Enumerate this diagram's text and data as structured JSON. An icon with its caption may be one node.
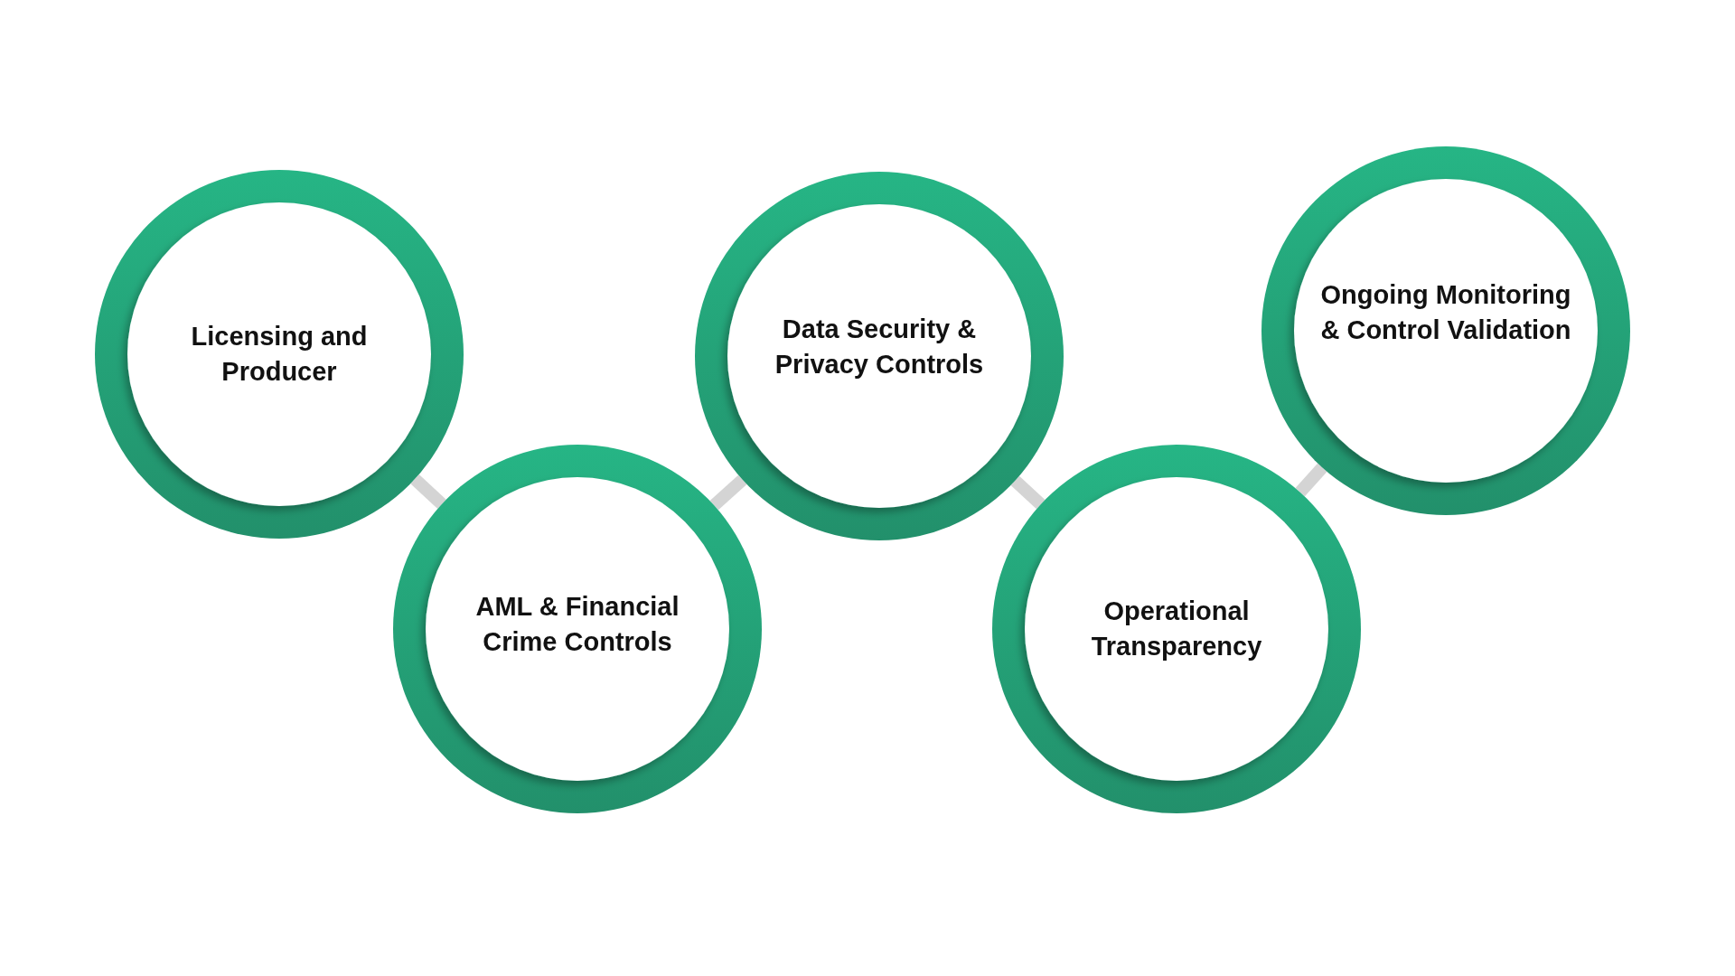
{
  "diagram": {
    "nodes": [
      {
        "text": [
          "Licensing and Producer"
        ]
      },
      {
        "text": [
          "AML & Financial Crime Controls"
        ]
      },
      {
        "text": [
          "Data Security & Privacy Controls"
        ]
      },
      {
        "text": [
          "Operational Transparency"
        ]
      },
      {
        "text": [
          "Ongoing Monitoring & Control Validation"
        ]
      }
    ],
    "edges": [
      {
        "from": 0,
        "to": 1,
        "arrow": "none"
      },
      {
        "from": 1,
        "to": 2,
        "arrow": "none"
      },
      {
        "from": 2,
        "to": 3,
        "arrow": "none"
      },
      {
        "from": 3,
        "to": 4,
        "arrow": "none"
      }
    ]
  }
}
